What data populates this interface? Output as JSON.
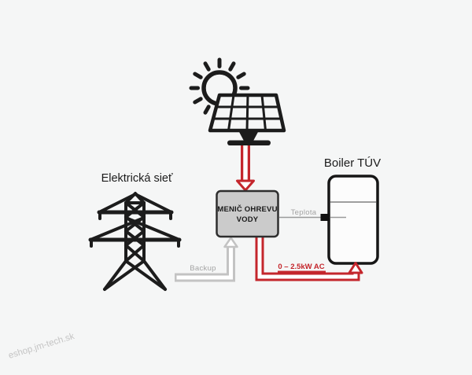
{
  "diagram": {
    "type": "solar-water-heating-schematic",
    "labels": {
      "grid": "Elektrická sieť",
      "boiler": "Boiler TÚV",
      "converter_line1": "MENIČ OHREVU",
      "converter_line2": "VODY",
      "temperature": "Teplota",
      "backup": "Backup",
      "power": "0 – 2.5kW AC",
      "watermark": "eshop.jm-tech.sk"
    },
    "icons": [
      "sun-icon",
      "solar-panel-icon",
      "power-tower-icon",
      "boiler-tank-icon",
      "converter-box"
    ],
    "colors": {
      "background": "#f5f6f6",
      "ink": "#1c1c1c",
      "accent_red": "#c4262c",
      "pipe_gray": "#c3c3c3",
      "converter_fill": "#cbcbcb",
      "label_gray": "#a3a3a3"
    }
  }
}
